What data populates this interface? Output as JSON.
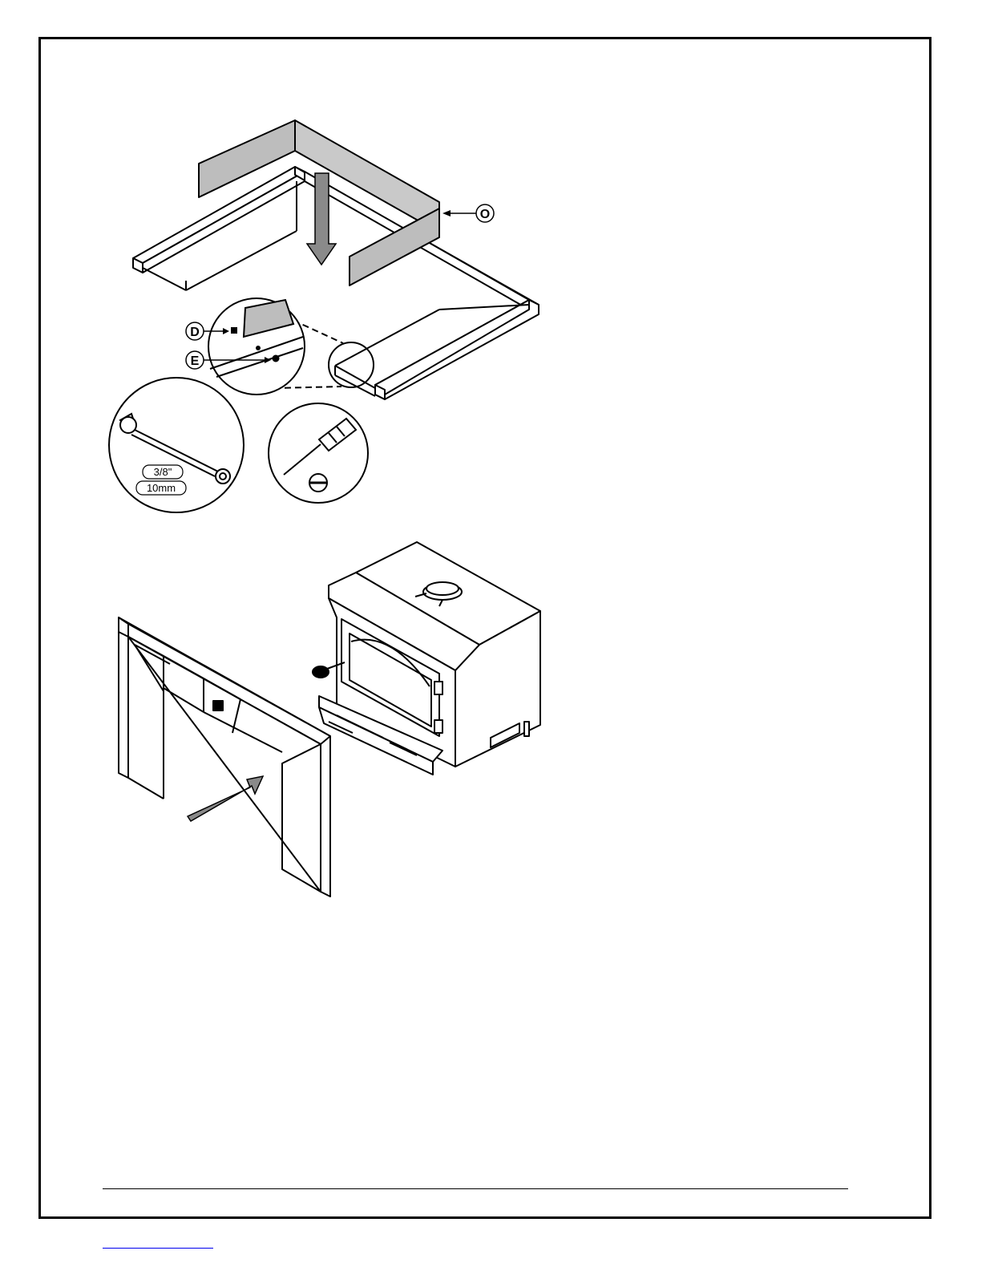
{
  "figure_1": {
    "callouts": {
      "shield": "O",
      "screw": "D",
      "nut": "E"
    },
    "wrench_sizes": {
      "imperial": "3/8\"",
      "metric": "10mm"
    }
  },
  "colors": {
    "line": "#000000",
    "panel_fill": "#bdbdbd",
    "arrow_fill": "#8a8a8a",
    "background": "#ffffff"
  }
}
